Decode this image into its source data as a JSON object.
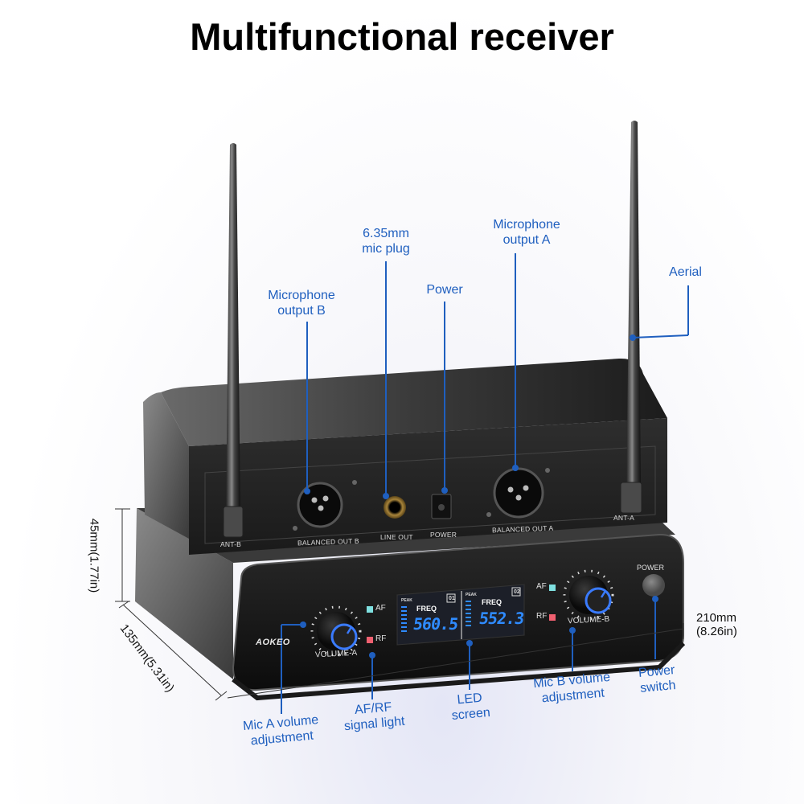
{
  "title": "Multifunctional receiver",
  "callouts": {
    "mic_output_b": [
      "Microphone",
      "output B"
    ],
    "mic_plug": [
      "6.35mm",
      "mic plug"
    ],
    "power": [
      "Power"
    ],
    "mic_output_a": [
      "Microphone",
      "output A"
    ],
    "aerial": [
      "Aerial"
    ],
    "mic_a_volume": [
      "Mic A volume",
      "adjustment"
    ],
    "af_rf_light": [
      "AF/RF",
      "signal light"
    ],
    "led_screen": [
      "LED",
      "screen"
    ],
    "mic_b_volume": [
      "Mic B volume",
      "adjustment"
    ],
    "power_switch": [
      "Power",
      "switch"
    ]
  },
  "dimensions": {
    "height": "45mm(1.77in)",
    "depth": "135mm(5.31in)",
    "width_mm": "210mm",
    "width_in": "(8.26in)"
  },
  "rear_panel": {
    "ant_b": "ANT-B",
    "balanced_out_b": "BALANCED OUT B",
    "line_out": "LINE OUT",
    "power": "POWER",
    "balanced_out_a": "BALANCED OUT A",
    "ant_a": "ANT-A"
  },
  "front_panel": {
    "brand": "AOKEO",
    "volume_a": "VOLUME-A",
    "volume_b": "VOLUME-B",
    "af": "AF",
    "rf": "RF",
    "power": "POWER",
    "screen_a": {
      "peak": "PEAK",
      "freq_label": "FREQ",
      "channel": "01",
      "freq": "560.5"
    },
    "screen_b": {
      "peak": "PEAK",
      "freq_label": "FREQ",
      "channel": "02",
      "freq": "552.3"
    }
  },
  "colors": {
    "callout_blue": "#1f5fbf",
    "lcd_blue": "#2f8bff",
    "af_led": "#7fe0e0",
    "rf_led": "#f06070"
  }
}
